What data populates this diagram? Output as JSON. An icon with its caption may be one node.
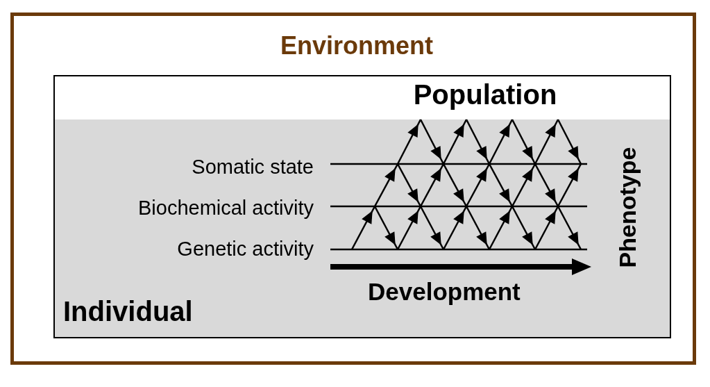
{
  "diagram": {
    "nodes": [
      {
        "text": [
          "Environment"
        ]
      },
      {
        "text": [
          "Population"
        ],
        "in": 0
      },
      {
        "text": [
          "Individual"
        ],
        "in": 1
      }
    ],
    "edges": [],
    "labels": [
      "Somatic state",
      "Biochemical activity",
      "Genetic activity",
      "Development",
      "Phenotype"
    ]
  }
}
